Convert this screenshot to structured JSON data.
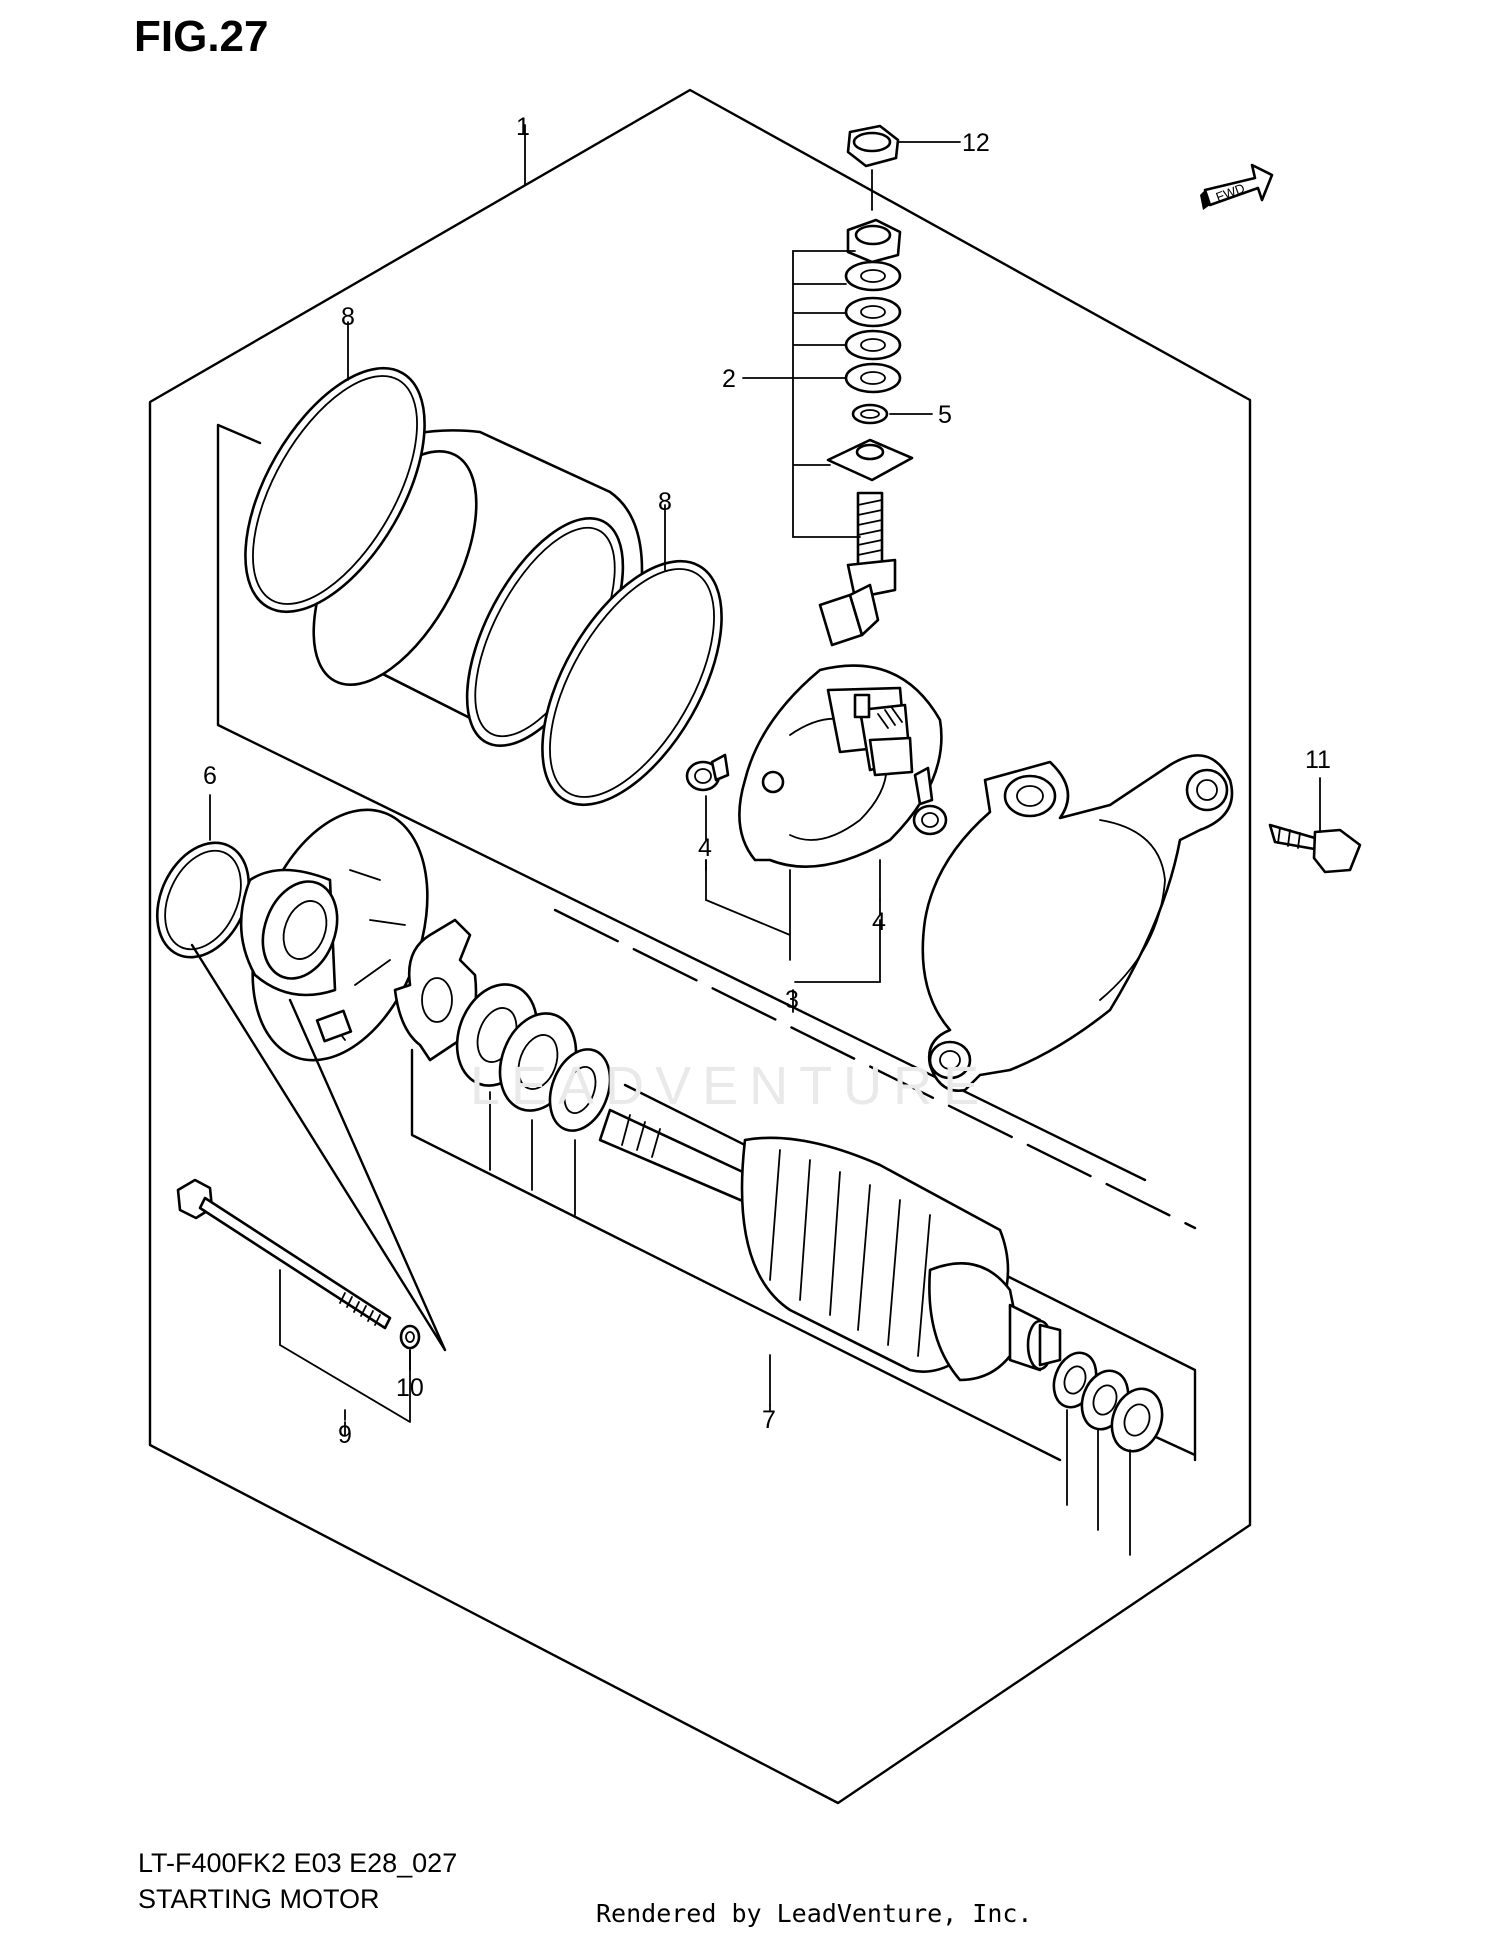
{
  "figure_title": "FIG.27",
  "model_code": "LT-F400FK2 E03 E28_027",
  "diagram_name": "STARTING MOTOR",
  "render_credit": "Rendered by LeadVenture, Inc.",
  "watermark": "LEADVENTURE",
  "fwd_label": "FWD",
  "callouts": [
    {
      "id": "1",
      "label": "1"
    },
    {
      "id": "12",
      "label": "12"
    },
    {
      "id": "8a",
      "label": "8"
    },
    {
      "id": "2",
      "label": "2"
    },
    {
      "id": "5",
      "label": "5"
    },
    {
      "id": "8b",
      "label": "8"
    },
    {
      "id": "11",
      "label": "11"
    },
    {
      "id": "6",
      "label": "6"
    },
    {
      "id": "4a",
      "label": "4"
    },
    {
      "id": "4b",
      "label": "4"
    },
    {
      "id": "3",
      "label": "3"
    },
    {
      "id": "10",
      "label": "10"
    },
    {
      "id": "9",
      "label": "9"
    },
    {
      "id": "7",
      "label": "7"
    }
  ]
}
